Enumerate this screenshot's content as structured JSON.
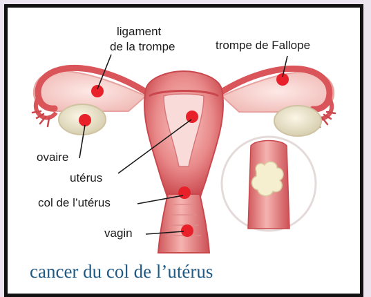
{
  "labels": {
    "ligament_line1": "ligament",
    "ligament_line2": "de la trompe",
    "trompe": "trompe de Fallope",
    "ovaire": "ovaire",
    "uterus": "utérus",
    "col": "col de l’utérus",
    "vagin": "vagin"
  },
  "caption": "cancer du col de l’utérus",
  "colors": {
    "frame_border": "#111111",
    "page_bg": "#ece4ee",
    "caption": "#1f5a86",
    "marker": "#e8202a",
    "tissue_pink": "#f2b6b6",
    "tissue_red": "#d9555a",
    "tumor": "#f5efcf"
  }
}
